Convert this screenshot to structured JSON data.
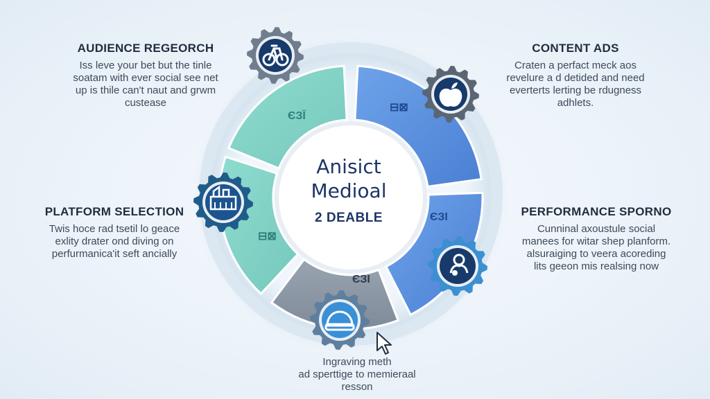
{
  "center": {
    "title_line1": "Anisict",
    "title_line2": "Medioal",
    "subtitle": "2 DEABLE"
  },
  "segments": {
    "top_left_label": "ЄЗЇ",
    "top_right_label": "⊟⊠",
    "right_label": "ЄЗI",
    "bottom_label": "ЄЗI",
    "left_label": "⊟⊠"
  },
  "blocks": {
    "audience": {
      "title": "AUDIENCE REGEORCH",
      "text": "Iss leve your bet but the tinle\nsoatam with ever social see net\nup is thile can't naut and grwm\ncustease"
    },
    "content": {
      "title": "CONTENT ADS",
      "text": "Craten a perfact meck aos\nrevelure a d detided and need\neverterts lerting be rdugness\nadhlets."
    },
    "platform": {
      "title": "PLATFORM SELECTION",
      "text": "Twis hoce rad tsetil lo geace\nexlity drater ond diving on\nperfurmanica'it seft ancially"
    },
    "performance": {
      "title": "PERFORMANCE SPORNO",
      "text": "Cunninal axoustule social\nmanees for witar shep planform.\nalsuraiging to veera acoreding\nlits geeon mis realsing now"
    },
    "bottom": {
      "text": "Ingraving meth\nad sperttige to memieraal\nresson"
    }
  },
  "colors": {
    "teal": "#7fd1c6",
    "blue": "#5a90df",
    "gray": "#8d98a6",
    "gear": "#6f7d8c",
    "gear_dark": "#173a6b",
    "center_text": "#1d3566"
  },
  "icons": [
    "bicycle-icon",
    "apple-icon",
    "building-icon",
    "person-icon",
    "car-icon",
    "cursor-icon"
  ]
}
